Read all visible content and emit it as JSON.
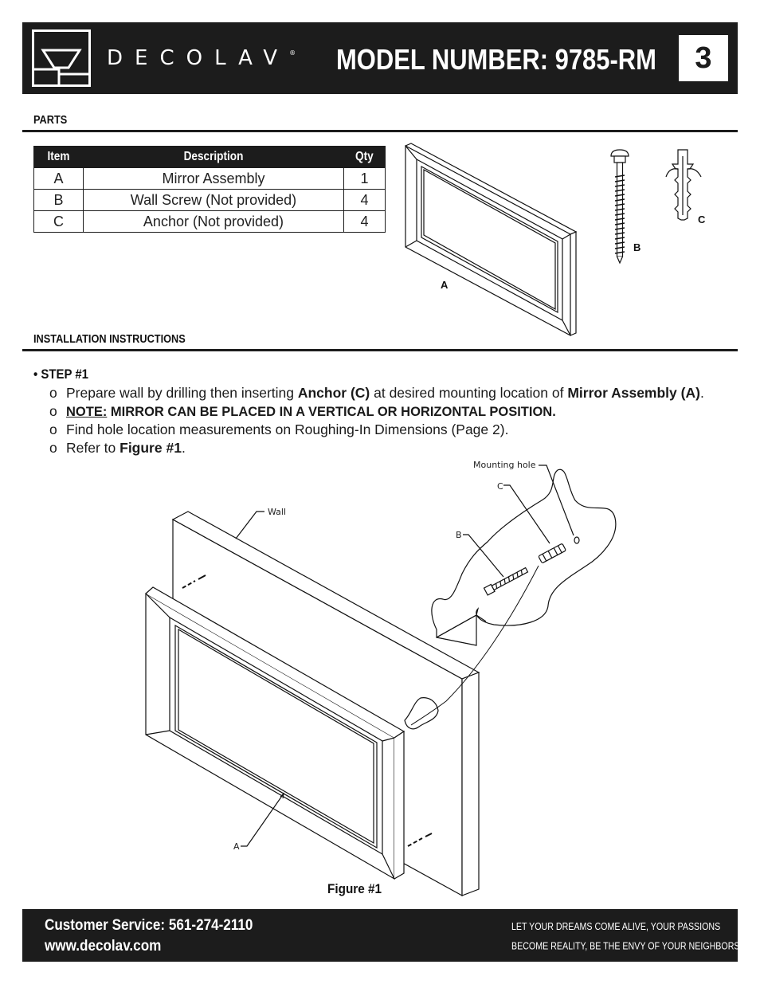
{
  "header": {
    "brand": "DECOLAV",
    "brand_mark": "®",
    "model_title": "MODEL NUMBER: 9785-RM",
    "page_number": "3"
  },
  "parts_section": {
    "title": "PARTS",
    "columns": [
      "Item",
      "Description",
      "Qty"
    ],
    "rows": [
      {
        "item": "A",
        "description": "Mirror Assembly",
        "qty": "1"
      },
      {
        "item": "B",
        "description": "Wall Screw (Not provided)",
        "qty": "4"
      },
      {
        "item": "C",
        "description": "Anchor (Not provided)",
        "qty": "4"
      }
    ],
    "illustration_labels": {
      "a": "A",
      "b": "B",
      "c": "C"
    }
  },
  "installation": {
    "title": "INSTALLATION INSTRUCTIONS",
    "step_title": "• STEP #1",
    "bullet": "o",
    "line1": {
      "pre": "Prepare wall by drilling then inserting ",
      "bold1": "Anchor (C)",
      "mid": " at desired mounting location of ",
      "bold2": "Mirror Assembly (A)",
      "end": "."
    },
    "line2": {
      "note": "NOTE:",
      "text": " MIRROR CAN BE PLACED IN A VERTICAL OR HORIZONTAL POSITION."
    },
    "line3": "Find hole location measurements on Roughing-In Dimensions (Page 2).",
    "line4": {
      "pre": "Refer to ",
      "bold": "Figure #1",
      "end": "."
    }
  },
  "figure": {
    "labels": {
      "mounting_hole": "Mounting hole",
      "c": "C",
      "b": "B",
      "wall": "Wall",
      "a": "A"
    },
    "caption": "Figure #1"
  },
  "footer": {
    "customer_service": "Customer Service: 561-274-2110",
    "website": "www.decolav.com",
    "tagline1": "LET YOUR DREAMS COME ALIVE, YOUR PASSIONS",
    "tagline2": "BECOME REALITY, BE THE ENVY OF YOUR NEIGHBORS",
    "tagline_mark": "®"
  }
}
